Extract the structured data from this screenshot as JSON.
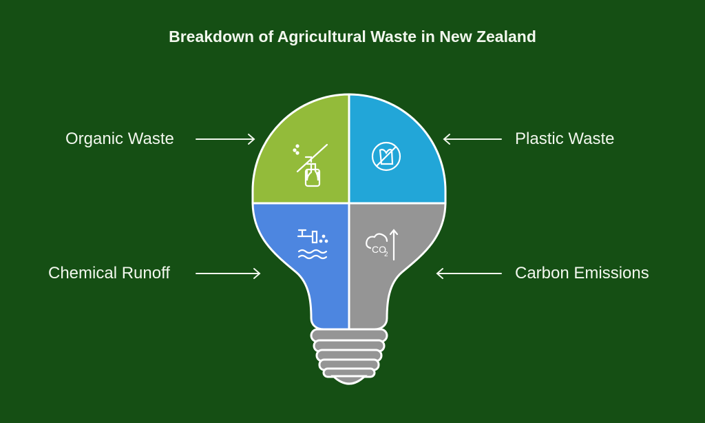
{
  "title": "Breakdown of Agricultural Waste in New Zealand",
  "segments": [
    {
      "label": "Organic Waste",
      "icon": "no-spray-bottle-icon",
      "color": "#93bb3a"
    },
    {
      "label": "Plastic Waste",
      "icon": "no-plastic-bag-icon",
      "color": "#22a6d8"
    },
    {
      "label": "Chemical Runoff",
      "icon": "water-pollution-icon",
      "color": "#4d86e0"
    },
    {
      "label": "Carbon Emissions",
      "icon": "co2-rising-icon",
      "color": "#959595"
    }
  ],
  "colors": {
    "background": "#154f14",
    "text": "#f2f7ee",
    "base": "#959595",
    "outline": "#ffffff"
  }
}
